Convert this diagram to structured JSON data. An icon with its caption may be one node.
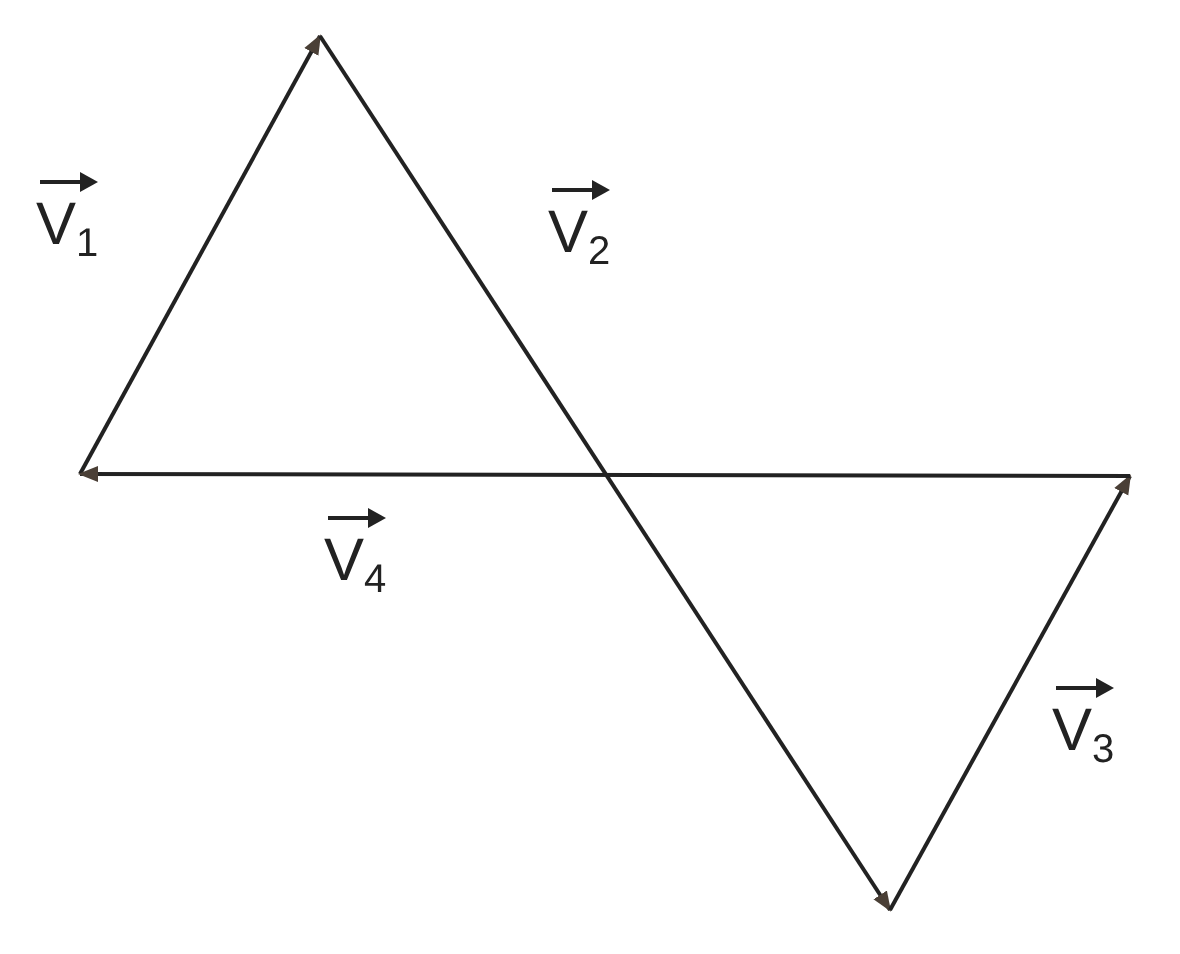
{
  "diagram": {
    "labels": [
      "V$_{1}$",
      "V$_{2}$",
      "V$_{4}$",
      "V$_{3}$"
    ]
  }
}
